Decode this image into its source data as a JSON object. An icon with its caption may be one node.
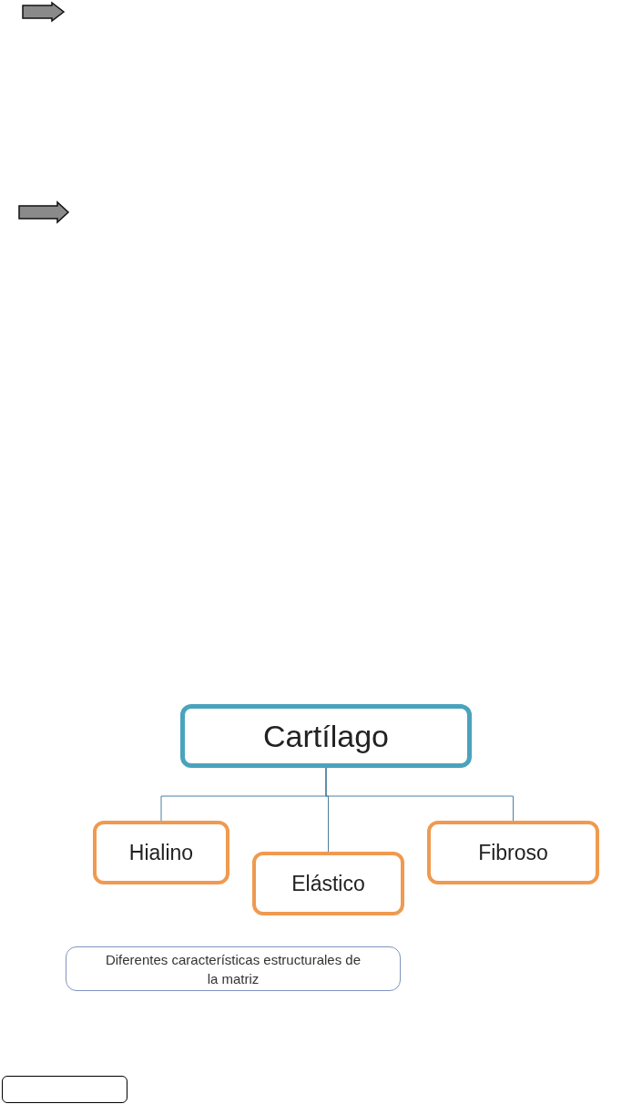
{
  "diagram": {
    "nodes": [
      {
        "text": [
          "Cartílago"
        ]
      },
      {
        "text": [
          "Hialino"
        ]
      },
      {
        "text": [
          "Elástico"
        ]
      },
      {
        "text": [
          "Fibroso"
        ]
      },
      {
        "text": [
          "Diferentes características estructurales de la matriz"
        ]
      },
      {
        "text": [],
        "shape": "box"
      }
    ],
    "edges": [
      {
        "from": 0,
        "to": 1,
        "arrow": "none"
      },
      {
        "from": 0,
        "to": 2,
        "arrow": "none"
      },
      {
        "from": 0,
        "to": 3,
        "arrow": "none"
      }
    ]
  }
}
